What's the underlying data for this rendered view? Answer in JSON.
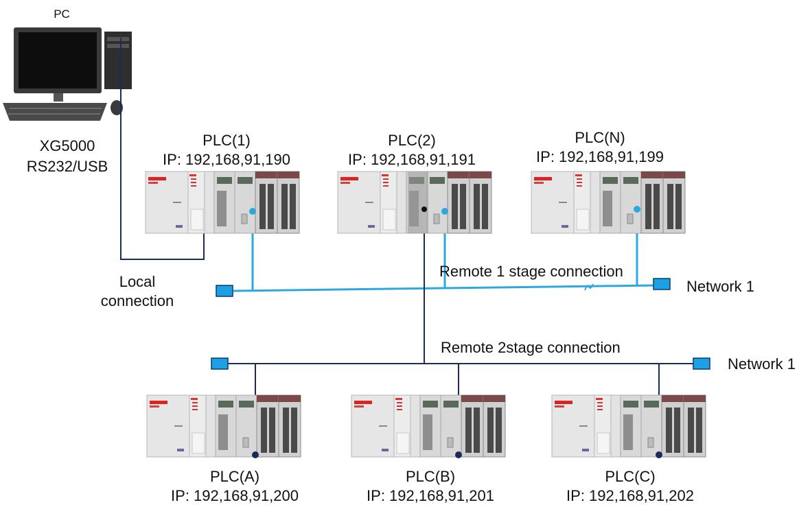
{
  "pc": {
    "label": "PC",
    "software": "XG5000",
    "port": "RS232/USB"
  },
  "plcs_top": [
    {
      "name": "PLC(1)",
      "ip": "IP: 192,168,91,190"
    },
    {
      "name": "PLC(2)",
      "ip": "IP: 192,168,91,191"
    },
    {
      "name": "PLC(N)",
      "ip": "IP: 192,168,91,199"
    }
  ],
  "plcs_bottom": [
    {
      "name": "PLC(A)",
      "ip": "IP: 192,168,91,200"
    },
    {
      "name": "PLC(B)",
      "ip": "IP: 192,168,91,201"
    },
    {
      "name": "PLC(C)",
      "ip": "IP: 192,168,91,202"
    }
  ],
  "connections": {
    "local_line1": "Local",
    "local_line2": "connection",
    "remote1": "Remote 1 stage connection",
    "remote2": "Remote 2stage connection"
  },
  "networks": {
    "top": "Network 1",
    "bottom": "Network 1"
  },
  "colors": {
    "network_line": "#2ba8e0",
    "network_node": "#1ea0e6",
    "remote_line": "#1b2a5c",
    "plc_body": "#e6e6e6"
  }
}
